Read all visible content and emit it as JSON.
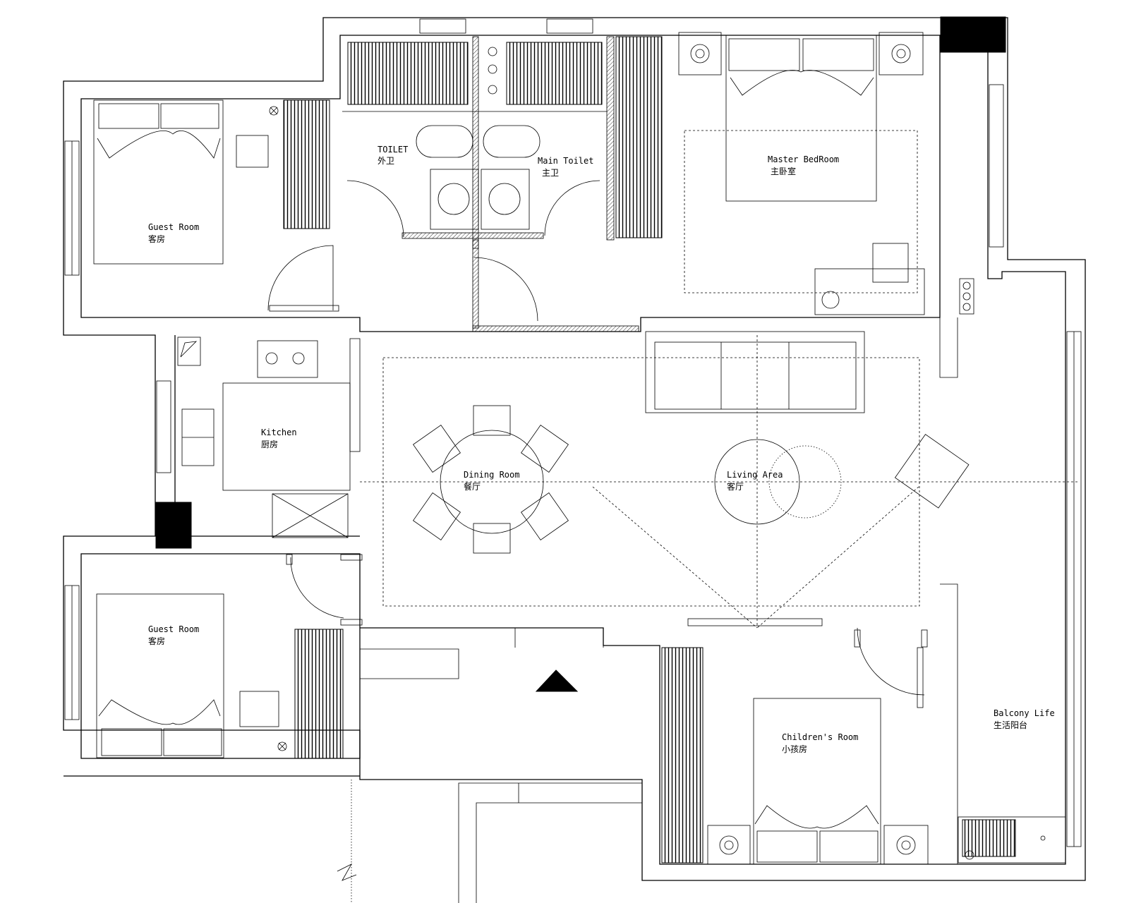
{
  "plan": {
    "rooms": {
      "guest_room_top": {
        "en": "Guest Room",
        "cn": "客房"
      },
      "toilet": {
        "en": "TOILET",
        "cn": "外卫"
      },
      "main_toilet": {
        "en": "Main Toilet",
        "cn": "主卫"
      },
      "master_bedroom": {
        "en": "Master BedRoom",
        "cn": "主卧室"
      },
      "kitchen": {
        "en": "Kitchen",
        "cn": "厨房"
      },
      "dining_room": {
        "en": "Dining Room",
        "cn": "餐厅"
      },
      "living_area": {
        "en": "Living Area",
        "cn": "客厅"
      },
      "guest_room_bottom": {
        "en": "Guest Room",
        "cn": "客房"
      },
      "childrens_room": {
        "en": "Children's Room",
        "cn": "小孩房"
      },
      "balcony_life": {
        "en": "Balcony Life",
        "cn": "生活阳台"
      }
    },
    "colors": {
      "line": "#000000",
      "background": "#ffffff"
    }
  }
}
